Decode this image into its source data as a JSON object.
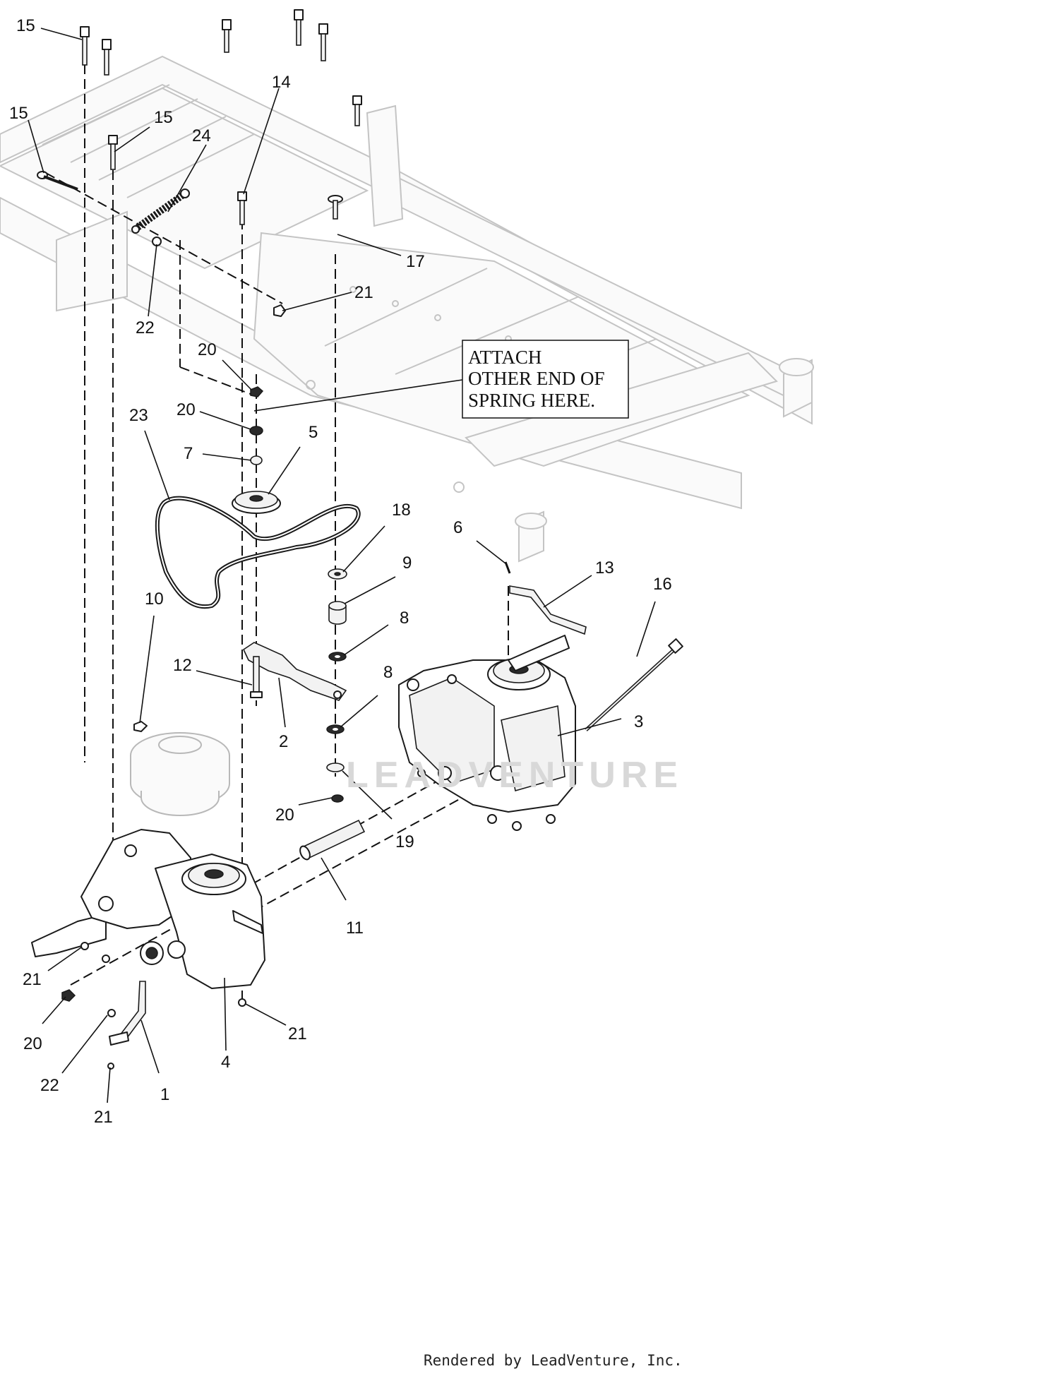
{
  "diagram": {
    "note_lines": [
      "ATTACH",
      "OTHER END OF",
      "SPRING HERE."
    ],
    "watermark": "LEADVENTURE",
    "footer": "Rendered by LeadVenture, Inc.",
    "callouts": {
      "c15a": "15",
      "c15b": "15",
      "c15c": "15",
      "c14": "14",
      "c24": "24",
      "c22a": "22",
      "c17": "17",
      "c21a": "21",
      "c20a": "20",
      "c20b": "20",
      "c23": "23",
      "c7": "7",
      "c5": "5",
      "c18": "18",
      "c9": "9",
      "c6": "6",
      "c13": "13",
      "c16": "16",
      "c10": "10",
      "c8a": "8",
      "c12": "12",
      "c8b": "8",
      "c3": "3",
      "c2": "2",
      "c20c": "20",
      "c19": "19",
      "c11": "11",
      "c21b": "21",
      "c20d": "20",
      "c22b": "22",
      "c4": "4",
      "c21c": "21",
      "c1": "1",
      "c21d": "21"
    }
  }
}
